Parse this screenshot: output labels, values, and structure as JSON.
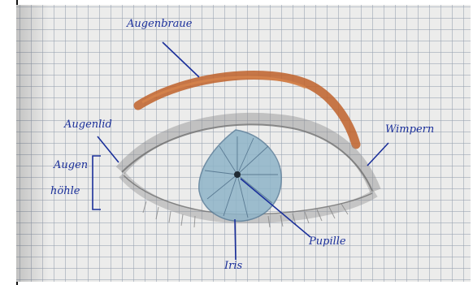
{
  "labels": {
    "eyebrow": "Augenbraue",
    "eyelid": "Augenlid",
    "eye_socket_line1": "Augen",
    "eye_socket_line2": "höhle",
    "eyelashes": "Wimpern",
    "pupil": "Pupille",
    "iris": "Iris"
  },
  "colors": {
    "ink": "#1a2f9a",
    "eyebrow": "#c0612a",
    "iris": "#8fb4c8",
    "lashes": "#7a7a7a"
  }
}
